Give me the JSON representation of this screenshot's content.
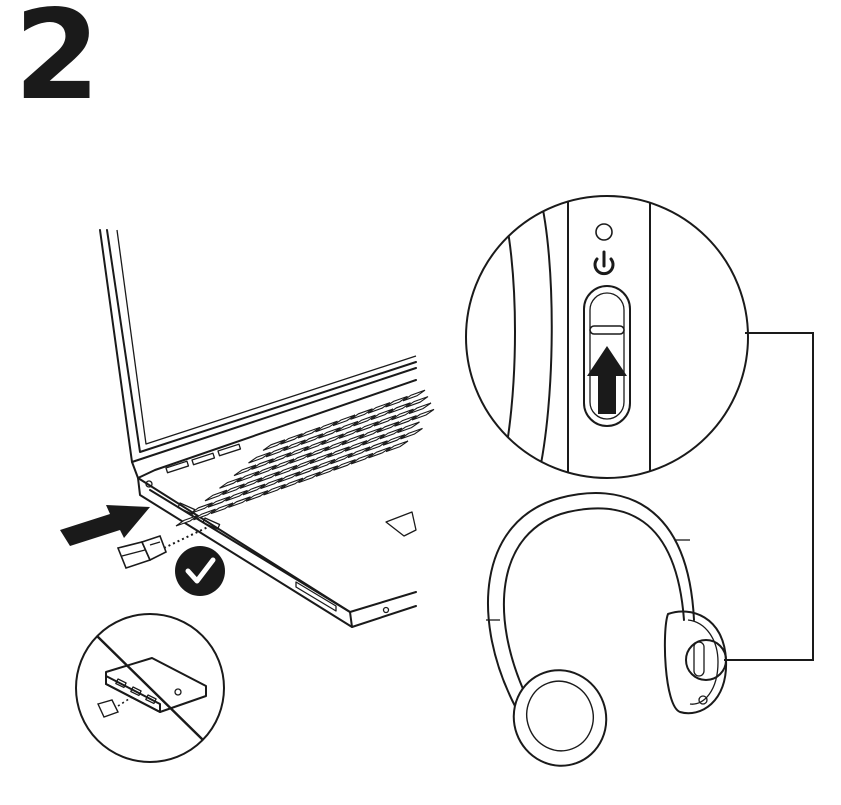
{
  "step": {
    "number": "2"
  },
  "colors": {
    "ink": "#1a1a1a",
    "background": "#ffffff"
  },
  "illustration": {
    "left": {
      "device": "laptop",
      "action": "insert-usb-receiver",
      "status_icon": "checkmark-icon"
    },
    "inset_bottom_left": {
      "device": "usb-hub",
      "status": "prohibited"
    },
    "callout": {
      "device": "headset-power-switch",
      "action": "slide-up",
      "icon": "power-icon"
    },
    "right": {
      "device": "wireless-headset"
    }
  }
}
